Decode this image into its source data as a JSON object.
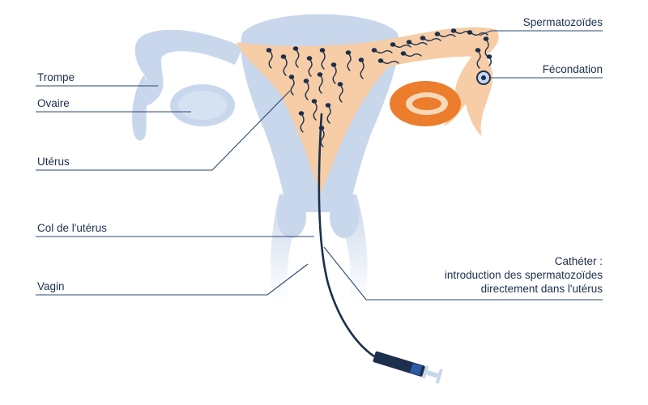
{
  "colors": {
    "uterus_blue": "#c9d7ec",
    "uterus_blue_light": "#dde6f3",
    "endometrium": "#f6cda6",
    "ovary_orange": "#ec7d2c",
    "follicle_light": "#f7d9b9",
    "navy": "#1c2f4d",
    "leader_line": "#2a4770",
    "catheter_blue": "#2c5aa6"
  },
  "labels": {
    "trompe": "Trompe",
    "ovaire": "Ovaire",
    "uterus": "Utérus",
    "col": "Col de l'utérus",
    "vagin": "Vagin",
    "spermatozoides": "Spermatozoïdes",
    "fecondation": "Fécondation",
    "catheter_line1": "Cathéter :",
    "catheter_line2": "introduction des spermatozoïdes",
    "catheter_line3": "directement dans l'utérus"
  },
  "icons": [
    "uterus-illustration",
    "ovary-icon",
    "oocyte-icon",
    "sperm-icon",
    "syringe-icon"
  ]
}
